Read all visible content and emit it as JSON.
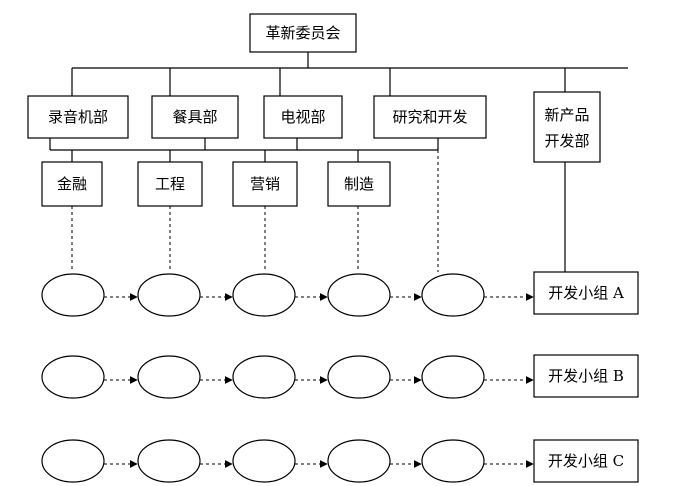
{
  "committee": "革新委员会",
  "departments": [
    "录音机部",
    "餐具部",
    "电视部",
    "研究和开发"
  ],
  "new_product_dept": [
    "新产品",
    "开发部"
  ],
  "functions": [
    "金融",
    "工程",
    "营销",
    "制造"
  ],
  "teams": [
    "开发小组 A",
    "开发小组 B",
    "开发小组 C"
  ]
}
